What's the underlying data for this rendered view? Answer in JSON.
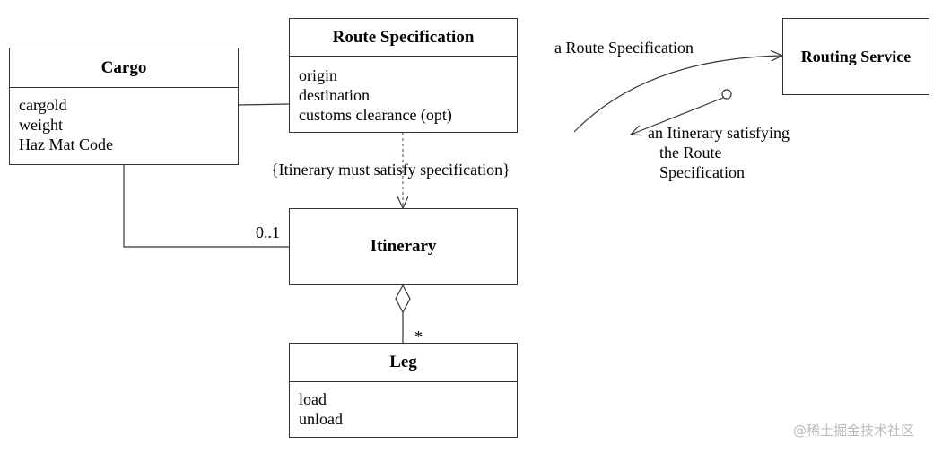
{
  "classes": {
    "cargo": {
      "name": "Cargo",
      "attributes": [
        "cargold",
        "weight",
        "Haz Mat Code"
      ]
    },
    "route_specification": {
      "name": "Route Specification",
      "attributes": [
        "origin",
        "destination",
        "customs clearance (opt)"
      ]
    },
    "itinerary": {
      "name": "Itinerary"
    },
    "leg": {
      "name": "Leg",
      "attributes": [
        "load",
        "unload"
      ]
    },
    "routing_service": {
      "name": "Routing Service"
    }
  },
  "constraint": "{Itinerary must satisfy specification}",
  "multiplicities": {
    "cargo_itinerary": "0..1",
    "itinerary_leg": "*"
  },
  "messages": {
    "request": "a Route Specification",
    "response": [
      "an Itinerary satisfying",
      "the Route",
      "Specification"
    ]
  },
  "watermark": "@稀土掘金技术社区"
}
